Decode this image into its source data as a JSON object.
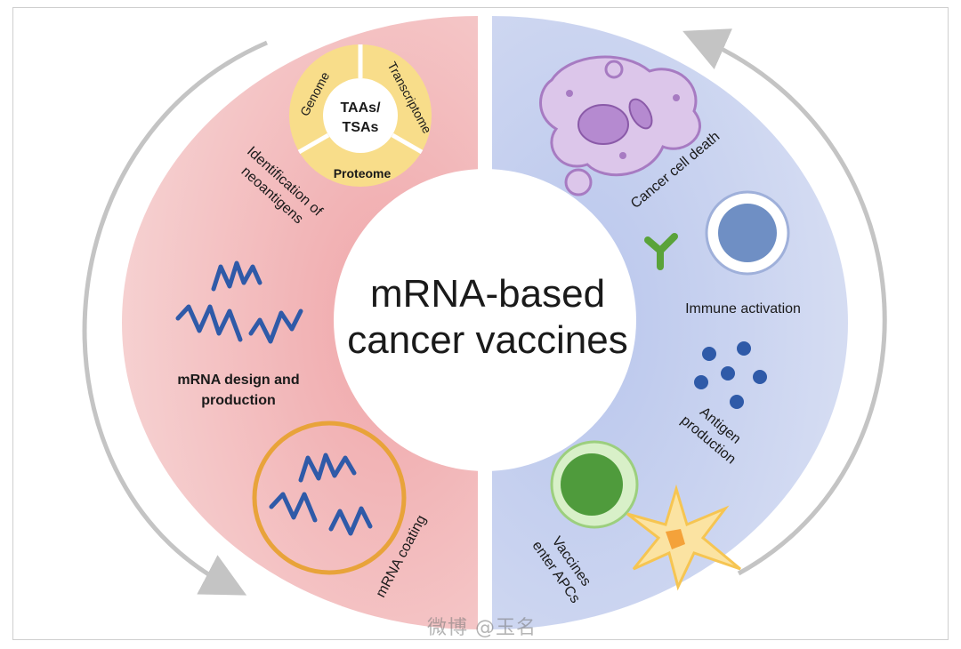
{
  "diagram": {
    "center_title_line1": "mRNA-based",
    "center_title_line2": "cancer vaccines",
    "left_half": {
      "color": "#f2c7c8",
      "neoantigen_wheel": {
        "center_line1": "TAAs/",
        "center_line2": "TSAs",
        "segments": [
          "Genome",
          "Transcriptome",
          "Proteome"
        ],
        "color": "#f8dd8a"
      },
      "step1_line1": "Identification of",
      "step1_line2": "neoantigens",
      "step2_line1": "mRNA design and",
      "step2_line2": "production",
      "step3": "mRNA coating"
    },
    "right_half": {
      "color": "#c8d3ee",
      "step4": "Cancer cell death",
      "step5": "Immune activation",
      "step6_line1": "Antigen",
      "step6_line2": "production",
      "step7_line1": "Vaccines",
      "step7_line2": "enter APCs"
    },
    "accent_colors": {
      "mrna_strand": "#2f5aa8",
      "lipid_ring": "#e8a33a",
      "cancer_cell": "#c9a6d8",
      "immune_cell": "#6f8fc4",
      "antibody": "#5aa33a",
      "apc_cell": "#4f9b3c",
      "dendritic_cell": "#f6c552",
      "arrow": "#c4c4c4"
    }
  },
  "watermark": "微博 @玉名"
}
